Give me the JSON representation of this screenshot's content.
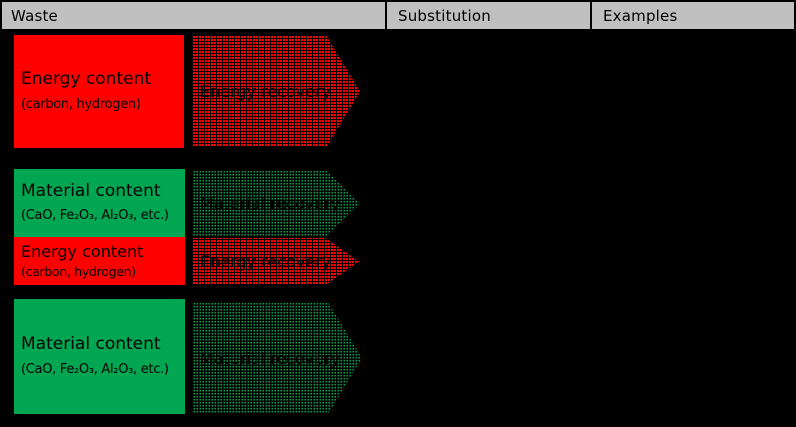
{
  "header": {
    "columns": [
      {
        "label": "Waste"
      },
      {
        "label": "Substitution"
      },
      {
        "label": "Examples"
      }
    ]
  },
  "colors": {
    "waste_energy": "#FF0000",
    "waste_material": "#00A651",
    "header_bg": "#C0C0C0",
    "background": "#000000",
    "text": "#000000"
  },
  "rows": [
    {
      "boxes": [
        {
          "title": "Energy content",
          "subtitle": "(carbon, hydrogen)",
          "color": "#FF0000"
        }
      ],
      "arrows": [
        {
          "label": "Energy recovery",
          "color": "#FF0000"
        }
      ]
    },
    {
      "boxes": [
        {
          "title": "Material content",
          "subtitle": "(CaO, Fe₂O₃, Al₂O₃, etc.)",
          "color": "#00A651"
        },
        {
          "title": "Energy content",
          "subtitle": "(carbon, hydrogen)",
          "color": "#FF0000"
        }
      ],
      "arrows": [
        {
          "label": "Material recovery",
          "color": "#00A651"
        },
        {
          "label": "Energy recovery",
          "color": "#FF0000"
        }
      ]
    },
    {
      "boxes": [
        {
          "title": "Material content",
          "subtitle": "(CaO, Fe₂O₃, Al₂O₃, etc.)",
          "color": "#00A651"
        }
      ],
      "arrows": [
        {
          "label": "Material recovery",
          "color": "#00A651"
        }
      ]
    }
  ]
}
